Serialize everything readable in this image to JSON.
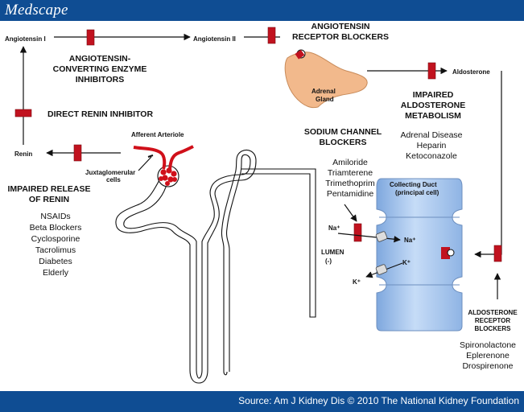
{
  "header": {
    "logo": "Medscape"
  },
  "footer": {
    "source": "Source: Am J Kidney Dis © 2010 The National Kidney Foundation"
  },
  "nodes": {
    "angiotensin_i": "Angiotensin I",
    "angiotensin_ii": "Angiotensin II",
    "renin": "Renin",
    "aldosterone": "Aldosterone",
    "adrenal_gland": [
      "Adrenal",
      "Gland"
    ],
    "afferent_arteriole": "Afferent Arteriole",
    "juxtaglomerular": [
      "Juxtaglomerular",
      "cells"
    ],
    "collecting_duct": [
      "Collecting Duct",
      "(principal cell)"
    ],
    "lumen": [
      "LUMEN",
      "(-)"
    ],
    "na_lumen": "Na⁺",
    "na_cell": "Na⁺",
    "k_lumen": "K⁺",
    "k_cell": "K⁺"
  },
  "headings": {
    "ace_inhibitors": [
      "ANGIOTENSIN-",
      "CONVERTING ENZYME",
      "INHIBITORS"
    ],
    "arb": [
      "ANGIOTENSIN",
      "RECEPTOR BLOCKERS"
    ],
    "direct_renin_inhibitor": "DIRECT RENIN INHIBITOR",
    "impaired_aldosterone": [
      "IMPAIRED",
      "ALDOSTERONE",
      "METABOLISM"
    ],
    "sodium_channel_blockers": [
      "SODIUM CHANNEL",
      "BLOCKERS"
    ],
    "impaired_renin": [
      "IMPAIRED RELEASE",
      "OF RENIN"
    ],
    "aldosterone_receptor_blockers": [
      "ALDOSTERONE",
      "RECEPTOR",
      "BLOCKERS"
    ]
  },
  "lists": {
    "impaired_aldosterone": [
      "Adrenal Disease",
      "Heparin",
      "Ketoconazole"
    ],
    "sodium_channel_blockers": [
      "Amiloride",
      "Triamterene",
      "Trimethoprim",
      "Pentamidine"
    ],
    "impaired_renin": [
      "NSAIDs",
      "Beta Blockers",
      "Cyclosporine",
      "Tacrolimus",
      "Diabetes",
      "Elderly"
    ],
    "aldosterone_receptor_blockers": [
      "Spironolactone",
      "Eplerenone",
      "Drospirenone"
    ]
  },
  "colors": {
    "brand_blue": "#0f4d93",
    "block_red": "#c1121f",
    "adrenal_fill": "#f2b98c",
    "duct_blue": "#a9c8f0"
  }
}
